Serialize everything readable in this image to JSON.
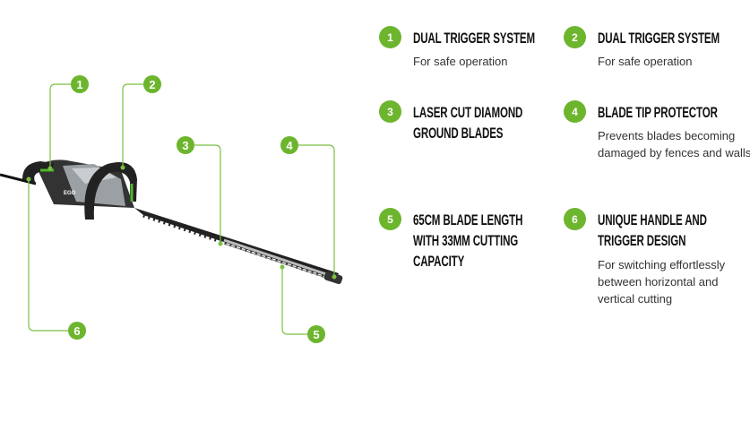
{
  "illustration": {
    "callouts": [
      "1",
      "2",
      "3",
      "4",
      "5",
      "6"
    ],
    "logo_text": "EGO"
  },
  "features": [
    {
      "number": "1",
      "title": "DUAL TRIGGER SYSTEM",
      "description": "For safe operation"
    },
    {
      "number": "2",
      "title": "DUAL TRIGGER SYSTEM",
      "description": "For safe operation"
    },
    {
      "number": "3",
      "title": "LASER CUT DIAMOND GROUND BLADES",
      "description": ""
    },
    {
      "number": "4",
      "title": "BLADE TIP PROTECTOR",
      "description": "Prevents blades becoming damaged by fences and walls"
    },
    {
      "number": "5",
      "title": "65CM BLADE LENGTH WITH 33MM CUTTING CAPACITY",
      "description": ""
    },
    {
      "number": "6",
      "title": "UNIQUE HANDLE AND TRIGGER DESIGN",
      "description": "For switching effortlessly between horizontal and vertical cutting"
    }
  ],
  "colors": {
    "accent": "#6cb52d",
    "heading": "#111111",
    "text": "#333333"
  }
}
